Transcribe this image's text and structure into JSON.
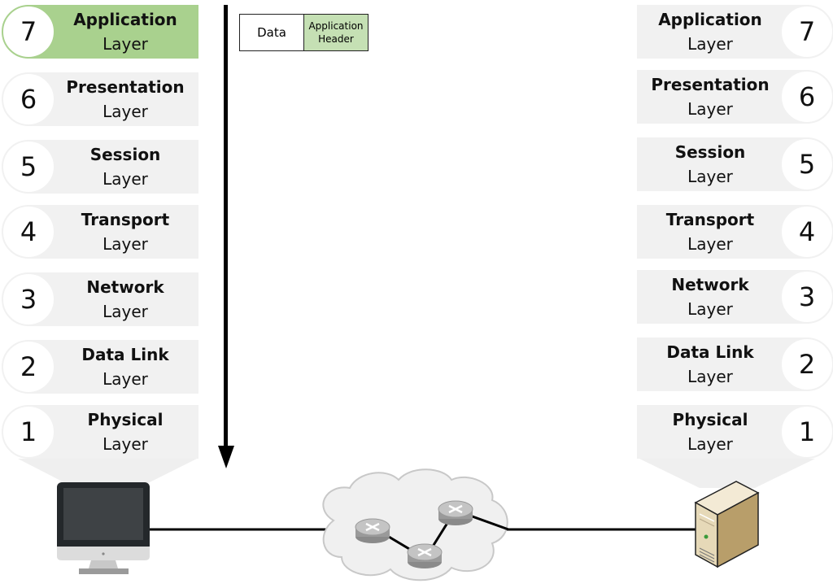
{
  "left_stack": {
    "layers": [
      {
        "number": "7",
        "name": "Application",
        "sub": "Layer",
        "active": true
      },
      {
        "number": "6",
        "name": "Presentation",
        "sub": "Layer",
        "active": false
      },
      {
        "number": "5",
        "name": "Session",
        "sub": "Layer",
        "active": false
      },
      {
        "number": "4",
        "name": "Transport",
        "sub": "Layer",
        "active": false
      },
      {
        "number": "3",
        "name": "Network",
        "sub": "Layer",
        "active": false
      },
      {
        "number": "2",
        "name": "Data Link",
        "sub": "Layer",
        "active": false
      },
      {
        "number": "1",
        "name": "Physical",
        "sub": "Layer",
        "active": false
      }
    ]
  },
  "right_stack": {
    "layers": [
      {
        "number": "7",
        "name": "Application",
        "sub": "Layer"
      },
      {
        "number": "6",
        "name": "Presentation",
        "sub": "Layer"
      },
      {
        "number": "5",
        "name": "Session",
        "sub": "Layer"
      },
      {
        "number": "4",
        "name": "Transport",
        "sub": "Layer"
      },
      {
        "number": "3",
        "name": "Network",
        "sub": "Layer"
      },
      {
        "number": "2",
        "name": "Data Link",
        "sub": "Layer"
      },
      {
        "number": "1",
        "name": "Physical",
        "sub": "Layer"
      }
    ]
  },
  "pdu": {
    "data_label": "Data",
    "header_label": "Application Header"
  },
  "colors": {
    "active_layer": "#a9d18e",
    "header_fill": "#c5e0b4",
    "layer_fill": "#f1f1f1"
  },
  "devices": {
    "left": "desktop-computer-icon",
    "middle": "network-cloud-with-routers",
    "right": "server-tower-icon"
  }
}
